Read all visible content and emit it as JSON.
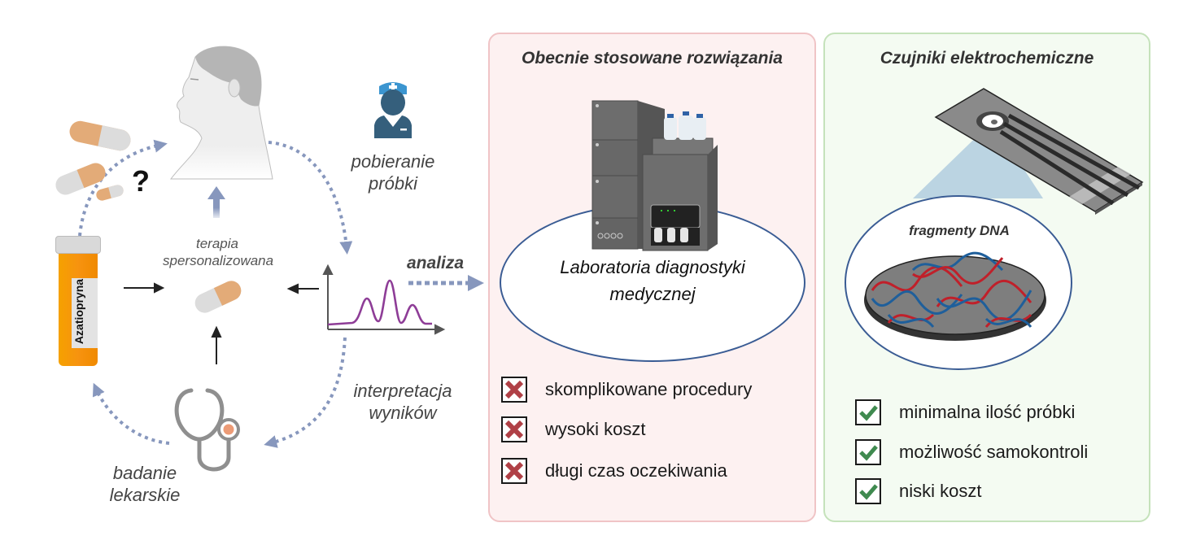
{
  "cycle": {
    "patient_label": "",
    "sampling_label_line1": "pobieranie",
    "sampling_label_line2": "próbki",
    "therapy_label_line1": "terapia",
    "therapy_label_line2": "spersonalizowana",
    "interpretation_label_line1": "interpretacja",
    "interpretation_label_line2": "wyników",
    "exam_label_line1": "badanie",
    "exam_label_line2": "lekarskie",
    "drug_bottle_label": "Azatiopryna",
    "question_mark": "?",
    "analysis_label": "analiza",
    "icons": [
      "patient-head-icon",
      "nurse-icon",
      "pill-bottle-icon",
      "capsule-icon",
      "stethoscope-icon",
      "chromatogram-icon",
      "question-mark-icon"
    ],
    "colors": {
      "dotted_arrow": "#8797bd",
      "chromatogram_line": "#8e3d97",
      "nurse": "#355f7c",
      "nurse_cap": "#3b95d0",
      "bottle": "#f7930f",
      "capsule_orange": "#e3ab78"
    }
  },
  "current_solutions": {
    "title": "Obecnie stosowane rozwiązania",
    "ellipse_label_line1": "Laboratoria diagnostyki",
    "ellipse_label_line2": "medycznej",
    "image": "hplc-instrument-icon",
    "drawbacks": [
      {
        "icon": "x-mark-icon",
        "text": "skomplikowane procedury"
      },
      {
        "icon": "x-mark-icon",
        "text": "wysoki koszt"
      },
      {
        "icon": "x-mark-icon",
        "text": "długi czas oczekiwania"
      }
    ],
    "colors": {
      "panel_bg": "#fdf1f1",
      "panel_border": "#f0c4c6",
      "x_mark": "#b04046"
    }
  },
  "electrochemical_sensors": {
    "title": "Czujniki elektrochemiczne",
    "ellipse_label": "fragmenty DNA",
    "image": "screen-printed-electrode-icon",
    "advantages": [
      {
        "icon": "check-mark-icon",
        "text": "minimalna ilość próbki"
      },
      {
        "icon": "check-mark-icon",
        "text": "możliwość samokontroli"
      },
      {
        "icon": "check-mark-icon",
        "text": "niski koszt"
      }
    ],
    "colors": {
      "panel_bg": "#f4fbf2",
      "panel_border": "#c5e2bb",
      "check_mark": "#3f8a4f",
      "dna_red": "#c0202a",
      "dna_blue": "#1f5f9b"
    }
  }
}
